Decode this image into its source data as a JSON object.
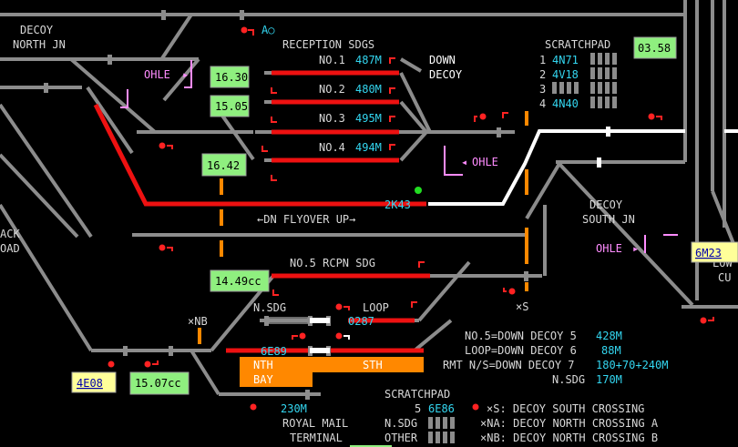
{
  "panel": {
    "areas": {
      "decoy_north_jn": [
        "DECOY",
        "NORTH JN"
      ],
      "decoy_south_jn": [
        "DECOY",
        "SOUTH JN"
      ],
      "reception_sdgs": "RECEPTION SDGS",
      "down_decoy": [
        "DOWN",
        "DECOY"
      ],
      "back_road": [
        "ACK",
        "OAD"
      ],
      "low_cu": [
        "LOW",
        "CU"
      ]
    },
    "sidings": [
      {
        "name": "NO.1",
        "length": "487M"
      },
      {
        "name": "NO.2",
        "length": "480M"
      },
      {
        "name": "NO.3",
        "length": "495M"
      },
      {
        "name": "NO.4",
        "length": "494M"
      }
    ],
    "no5_label": "NO.5 RCPN SDG",
    "flyover_label": "←DN FLYOVER UP→",
    "ohle": [
      "OHLE",
      "OHLE",
      "OHLE"
    ],
    "n_sdg": "N.SDG",
    "loop": "LOOP",
    "nth_bay": [
      "NTH",
      "BAY"
    ],
    "sth": "STH",
    "royal_mail": [
      "ROYAL MAIL",
      "TERMINAL"
    ],
    "crossings": {
      "xnb": "×NB",
      "xs": "×S"
    },
    "a_marker": "A○",
    "length_230": "230M"
  },
  "train_describers": {
    "td_1630": "16.30",
    "td_1505": "15.05",
    "td_1642": "16.42",
    "td_1449": "14.49cc",
    "td_1507": "15.07cc",
    "td_0358": "03.58",
    "td_2k43": "2K43",
    "td_0287": "0287",
    "td_6e89": "6E89",
    "td_4e08": "4E08",
    "td_6m23": "6M23"
  },
  "scratchpad_top": {
    "title": "SCRATCHPAD",
    "rows": [
      {
        "n": "1",
        "code": "4N71"
      },
      {
        "n": "2",
        "code": "4V18"
      },
      {
        "n": "3",
        "code": ""
      },
      {
        "n": "4",
        "code": "4N40"
      }
    ]
  },
  "scratchpad_bottom": {
    "title": "SCRATCHPAD",
    "n": "5",
    "code": "6E86",
    "rows": [
      "N.SDG",
      "OTHER"
    ]
  },
  "info": [
    {
      "label": "NO.5=DOWN DECOY 5",
      "value": "428M"
    },
    {
      "label": "LOOP=DOWN DECOY 6",
      "value": "88M"
    },
    {
      "label": "RMT N/S=DOWN DECOY 7",
      "value": "180+70+240M"
    },
    {
      "label": "N.SDG",
      "value": "170M"
    }
  ],
  "legend": [
    "×S: DECOY SOUTH CROSSING",
    "×NA: DECOY NORTH CROSSING A",
    "×NB: DECOY NORTH CROSSING B"
  ],
  "colors": {
    "track": "#8c8c8c",
    "route_red": "#ee1111",
    "route_white": "#ffffff",
    "berth_green": "#8fef7f",
    "berth_yellow": "#ffff99",
    "orange": "#ff8800",
    "ohle_pink": "#ff8cff",
    "text_cyan": "#33d6f0"
  }
}
